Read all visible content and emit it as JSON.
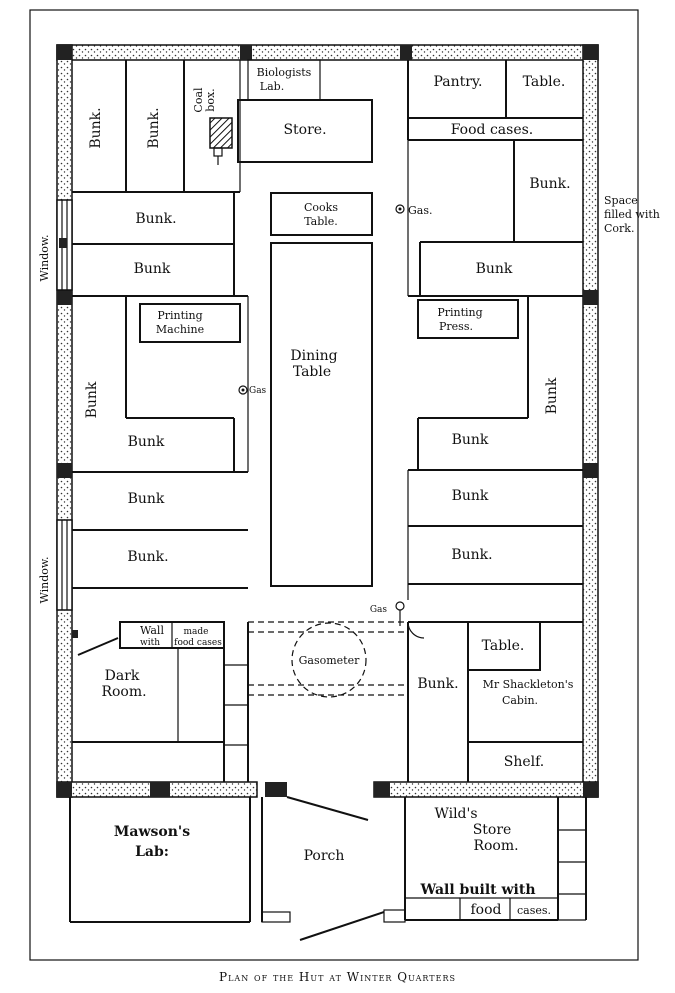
{
  "labels": {
    "bunk": "Bunk.",
    "bunk_plain": "Bunk",
    "coal_box": "Coal box.",
    "biologists_lab_1": "Biologists",
    "biologists_lab_2": "Lab.",
    "store": "Store.",
    "pantry": "Pantry.",
    "table": "Table.",
    "food_cases": "Food cases.",
    "cooks_table_1": "Cooks",
    "cooks_table_2": "Table.",
    "gas": "Gas.",
    "gas_plain": "Gas",
    "space_1": "Space",
    "space_2": "filled with",
    "space_3": "Cork.",
    "window": "Window.",
    "printing_machine_1": "Printing",
    "printing_machine_2": "Machine",
    "printing_press_1": "Printing",
    "printing_press_2": "Press.",
    "dining_table_1": "Dining",
    "dining_table_2": "Table",
    "wall_food_1": "Wall",
    "wall_food_2": "made",
    "wall_food_3": "with",
    "wall_food_4": "food cases",
    "gasometer": "Gasometer",
    "dark_room_1": "Dark",
    "dark_room_2": "Room.",
    "shackleton_1": "Mr Shackleton's",
    "shackleton_2": "Cabin.",
    "shelf": "Shelf.",
    "mawson_1": "Mawson's",
    "mawson_2": "Lab:",
    "porch": "Porch",
    "wilds_1": "Wild's",
    "wilds_2": "Store",
    "wilds_3": "Room.",
    "wall_built": "Wall built with",
    "food": "food",
    "cases": "cases."
  },
  "caption": "Plan of the Hut at Winter Quarters"
}
